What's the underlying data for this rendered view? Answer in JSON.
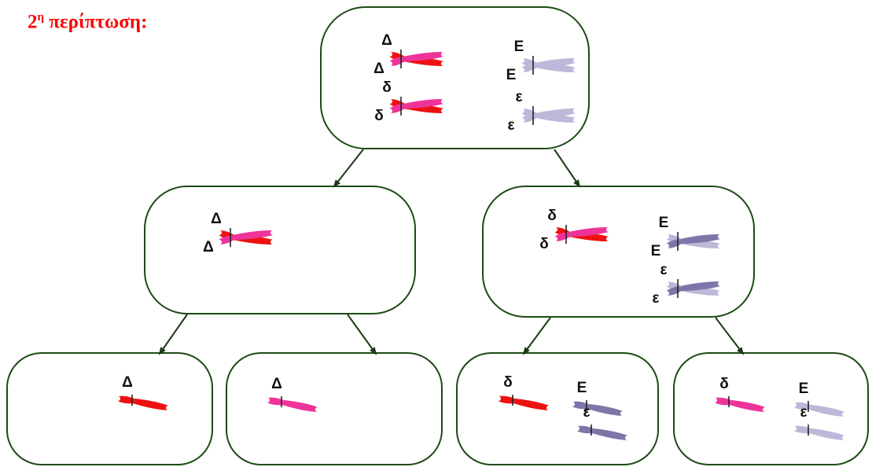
{
  "title": {
    "ordinal": "2",
    "ordinal_sup": "η",
    "text": "περίπτωση:"
  },
  "colors": {
    "cell_border": "#1e4a17",
    "chrom_red": "#ee1111",
    "chrom_pink": "#ee3399",
    "chrom_light_purple": "#bdb7d9",
    "chrom_dark_purple": "#7f75a8",
    "arrow": "#1b3a15"
  },
  "cells": {
    "parent": {
      "chromosomes": [
        {
          "kind": "double",
          "colors": [
            "red",
            "pink"
          ],
          "labels": [
            "Δ",
            "Δ"
          ]
        },
        {
          "kind": "double",
          "colors": [
            "red",
            "pink"
          ],
          "labels": [
            "δ",
            "δ"
          ]
        },
        {
          "kind": "double",
          "colors": [
            "light_purple",
            "light_purple"
          ],
          "labels": [
            "Ε",
            "Ε"
          ]
        },
        {
          "kind": "double",
          "colors": [
            "light_purple",
            "light_purple"
          ],
          "labels": [
            "ε",
            "ε"
          ]
        }
      ]
    },
    "left": {
      "chromosomes": [
        {
          "kind": "double",
          "colors": [
            "red",
            "pink"
          ],
          "labels": [
            "Δ",
            "Δ"
          ]
        }
      ]
    },
    "right": {
      "chromosomes": [
        {
          "kind": "double",
          "colors": [
            "red",
            "pink"
          ],
          "labels": [
            "δ",
            "δ"
          ]
        },
        {
          "kind": "double",
          "colors": [
            "light_purple",
            "dark_purple"
          ],
          "labels": [
            "Ε",
            "Ε"
          ]
        },
        {
          "kind": "double",
          "colors": [
            "light_purple",
            "dark_purple"
          ],
          "labels": [
            "ε",
            "ε"
          ]
        }
      ]
    },
    "bottom_1": {
      "chromosomes": [
        {
          "kind": "single",
          "colors": [
            "red"
          ],
          "labels": [
            "Δ"
          ]
        }
      ]
    },
    "bottom_2": {
      "chromosomes": [
        {
          "kind": "single",
          "colors": [
            "pink"
          ],
          "labels": [
            "Δ"
          ]
        }
      ]
    },
    "bottom_3": {
      "chromosomes": [
        {
          "kind": "single",
          "colors": [
            "red"
          ],
          "labels": [
            "δ"
          ]
        },
        {
          "kind": "single",
          "colors": [
            "dark_purple"
          ],
          "labels": [
            "Ε"
          ]
        },
        {
          "kind": "single",
          "colors": [
            "dark_purple"
          ],
          "labels": [
            "ε"
          ]
        }
      ]
    },
    "bottom_4": {
      "chromosomes": [
        {
          "kind": "single",
          "colors": [
            "pink"
          ],
          "labels": [
            "δ"
          ]
        },
        {
          "kind": "single",
          "colors": [
            "light_purple"
          ],
          "labels": [
            "Ε"
          ]
        },
        {
          "kind": "single",
          "colors": [
            "light_purple"
          ],
          "labels": [
            "ε"
          ]
        }
      ]
    }
  }
}
